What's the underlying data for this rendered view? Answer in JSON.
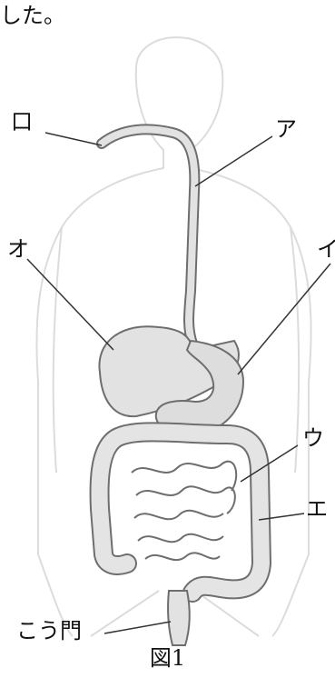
{
  "header_text": "した。",
  "labels": {
    "mouth": "口",
    "a": "ア",
    "i": "イ",
    "u": "ウ",
    "e": "エ",
    "o": "オ",
    "anus": "こう門"
  },
  "caption": "図1",
  "colors": {
    "organ_fill": "#e2e2e2",
    "organ_stroke": "#6e6e6e",
    "body_outline": "#dcdcdc",
    "leader_line": "#333333"
  }
}
